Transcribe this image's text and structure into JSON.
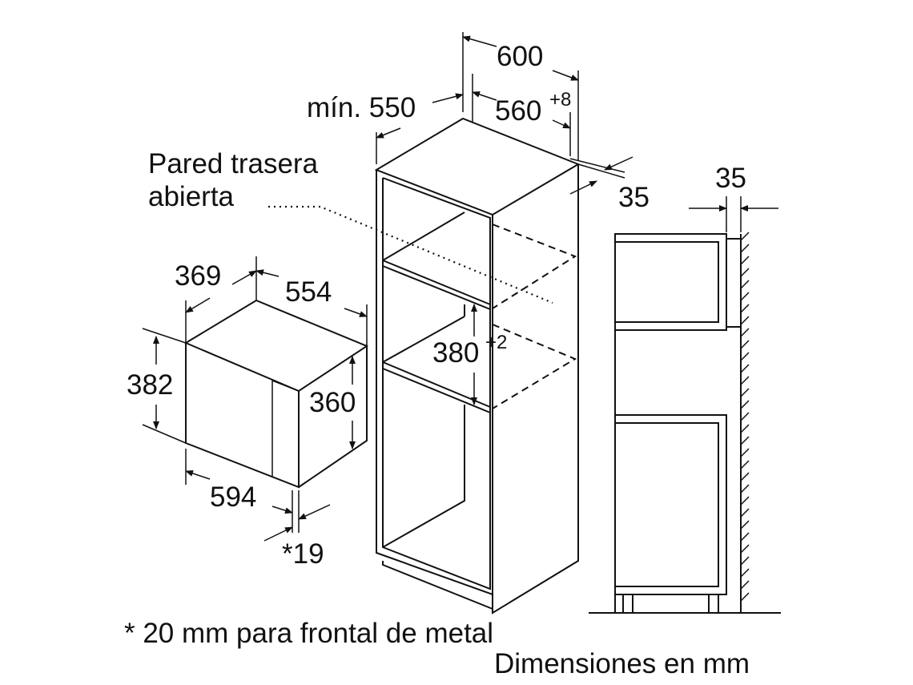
{
  "labels": {
    "width_total": "600",
    "min_depth": "mín. 550",
    "niche_width": "560",
    "niche_width_tol": "+8",
    "side_35": "35",
    "rear_wall_line1": "Pared trasera",
    "rear_wall_line2": "abierta",
    "mw_depth": "369",
    "mw_width_top": "554",
    "mw_height": "382",
    "mw_inner_height": "360",
    "mw_width_front": "594",
    "mw_front_depth": "*19",
    "niche_height": "380",
    "niche_height_tol": "+2",
    "side_view_35": "35",
    "footnote": "* 20 mm para frontal de metal",
    "units": "Dimensiones en mm"
  }
}
